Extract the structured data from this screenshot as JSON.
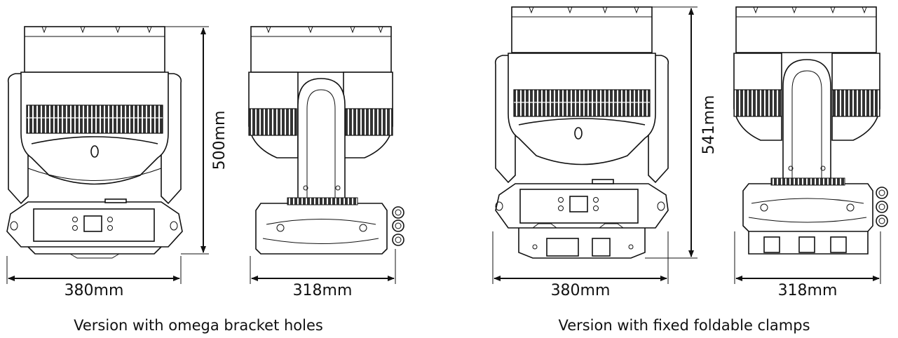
{
  "left_version": {
    "caption": "Version with omega bracket holes",
    "front_width": "380mm",
    "height": "500mm",
    "side_width": "318mm"
  },
  "right_version": {
    "caption": "Version with fixed foldable clamps",
    "front_width": "380mm",
    "height": "541mm",
    "side_width": "318mm"
  }
}
